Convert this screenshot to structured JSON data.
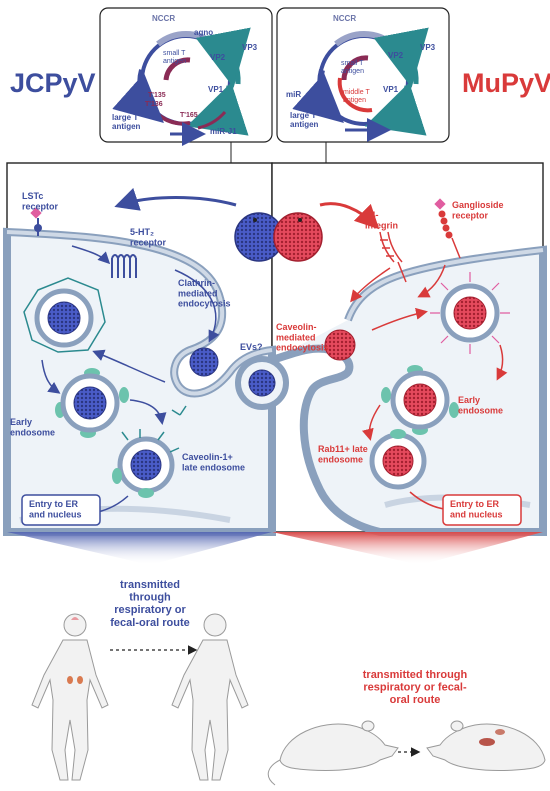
{
  "colors": {
    "jc": "#3d4e9e",
    "mu": "#d93a3a",
    "teal": "#2b8a8f",
    "maroon": "#8a2b55",
    "membrane_fill": "#cfd9e6",
    "membrane_stroke": "#8aa0bd",
    "panel_border": "#222222",
    "mint": "#6cc3ad"
  },
  "jcpyv": {
    "title": "JCPyV",
    "genome": {
      "ncc_r": "NCCR",
      "agno": "agno",
      "small_t": "small T\nantigen",
      "vp2": "VP2",
      "vp3": "VP3",
      "vp1": "VP1",
      "t135": "T'135",
      "t136": "T'136",
      "t165": "T'165",
      "large_t": "large T\nantigen",
      "mir": "miR-J1"
    },
    "labels": {
      "lstc": "LSTc\nreceptor",
      "ht2": "5-HT₂\nreceptor",
      "clathrin": "Clathrin-\nmediated\nendocytosis",
      "evs": "EVs?",
      "early": "Early\nendosome",
      "caveolin": "Caveolin-1+\nlate endosome",
      "entry": "Entry to ER\nand nucleus"
    },
    "transmission": "transmitted\nthrough\nrespiratory or\nfecal-oral route"
  },
  "mupyv": {
    "title": "MuPyV",
    "genome": {
      "ncc_r": "NCCR",
      "small_t": "small T\nantigen",
      "middle_t": "middle T\nantigen",
      "vp2": "VP2",
      "vp3": "VP3",
      "vp1": "VP1",
      "mir": "miR",
      "large_t": "large T\nantigen"
    },
    "labels": {
      "a4": "α4-\nintegrin",
      "ganglio": "Ganglioside\nreceptor",
      "caveolin": "Caveolin-\nmediated\nendocytosis",
      "early": "Early\nendosome",
      "rab11": "Rab11+ late\nendosome",
      "entry": "Entry to ER\nand nucleus"
    },
    "transmission": "transmitted through\nrespiratory or fecal-\noral route"
  }
}
